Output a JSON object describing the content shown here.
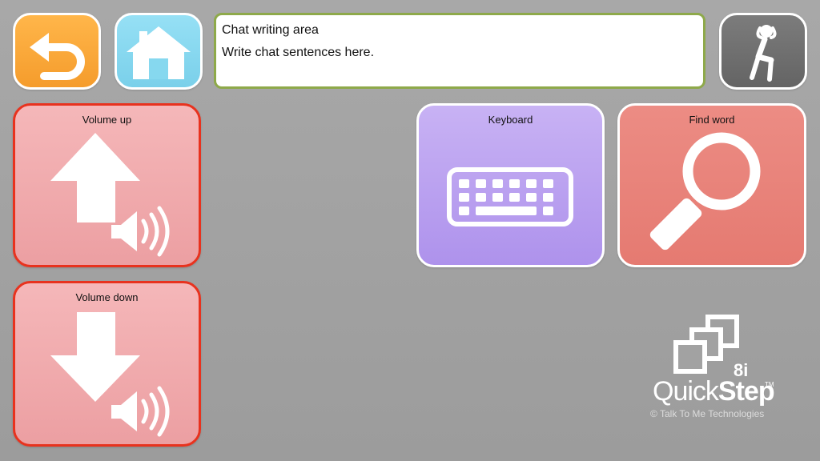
{
  "top_bar": {
    "back_icon": "back-arrow-icon",
    "home_icon": "home-icon",
    "chat": {
      "title": "Chat writing area",
      "text": "Write chat sentences here."
    },
    "relax_icon": "relaxing-person-icon"
  },
  "tiles": {
    "volume_up": {
      "label": "Volume up",
      "icon": "volume-up-icon"
    },
    "volume_down": {
      "label": "Volume down",
      "icon": "volume-down-icon"
    },
    "keyboard": {
      "label": "Keyboard",
      "icon": "keyboard-icon"
    },
    "find_word": {
      "label": "Find word",
      "icon": "magnifier-icon"
    }
  },
  "branding": {
    "version": "8i",
    "brand_light": "Quick",
    "brand_bold": "Step",
    "trademark": "TM",
    "copyright": "© Talk To Me Technologies"
  },
  "colors": {
    "back": "#f9a83a",
    "home": "#86d8ef",
    "relax": "#707070",
    "volume_tile": "#f2aeb0",
    "keyboard_tile": "#b79af0",
    "find_tile": "#e98079",
    "chat_border": "#8ea94a",
    "volume_border": "#e8321e"
  }
}
